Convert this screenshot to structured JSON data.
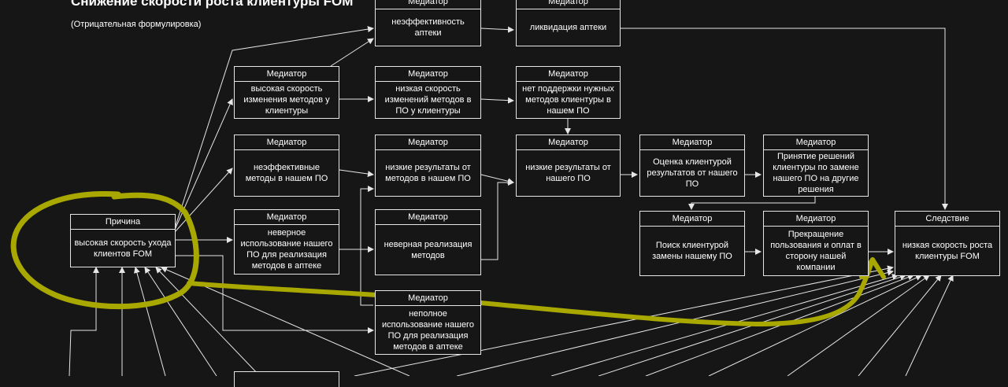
{
  "title": "Снижение скорости роста клиентуры FOM",
  "subtitle": "(Отрицательная формулировка)",
  "colors": {
    "background": "#161616",
    "node_border": "#e6e6e6",
    "edge": "#e6e6e6",
    "highlight": "#a8a800"
  },
  "nodes": [
    {
      "id": "cause",
      "header": "Причина",
      "text": "высокая скорость ухода клиентов FOM"
    },
    {
      "id": "m_ineff_pharm",
      "header": "Медиатор",
      "text": "неэффективность аптеки"
    },
    {
      "id": "m_liquidation",
      "header": "Медиатор",
      "text": "ликвидация аптеки"
    },
    {
      "id": "m_high_speed",
      "header": "Медиатор",
      "text": "высокая скорость изменения методов у клиентуры"
    },
    {
      "id": "m_low_speed",
      "header": "Медиатор",
      "text": "низкая скорость изменений методов в ПО у клиентуры"
    },
    {
      "id": "m_no_support",
      "header": "Медиатор",
      "text": "нет поддержки нужных методов клиентуры в нашем ПО"
    },
    {
      "id": "m_ineff_methods",
      "header": "Медиатор",
      "text": "неэффективные методы в нашем ПО"
    },
    {
      "id": "m_low_res_methods",
      "header": "Медиатор",
      "text": "низкие результаты от методов в нашем ПО"
    },
    {
      "id": "m_low_res_software",
      "header": "Медиатор",
      "text": "низкие результаты от нашего ПО"
    },
    {
      "id": "m_evaluation",
      "header": "Медиатор",
      "text": "Оценка клиентурой результатов от нашего ПО"
    },
    {
      "id": "m_decision",
      "header": "Медиатор",
      "text": "Принятие решений клиентуры по замене нашего ПО на другие решения"
    },
    {
      "id": "m_wrong_usage",
      "header": "Медиатор",
      "text": "неверное использование нашего ПО для реализация методов в аптеке"
    },
    {
      "id": "m_wrong_impl",
      "header": "Медиатор",
      "text": "неверная реализация методов"
    },
    {
      "id": "m_search",
      "header": "Медиатор",
      "text": "Поиск клиентурой замены нашему ПО"
    },
    {
      "id": "m_stop",
      "header": "Медиатор",
      "text": "Прекращение пользования и оплат в сторону нашей компании"
    },
    {
      "id": "effect",
      "header": "Следствие",
      "text": "низкая скорость роста клиентуры FOM"
    },
    {
      "id": "m_partial_usage",
      "header": "Медиатор",
      "text": "неполное использование нашего ПО для реализация методов в аптеке"
    },
    {
      "id": "partial_bottom",
      "header": "",
      "text": ""
    }
  ]
}
